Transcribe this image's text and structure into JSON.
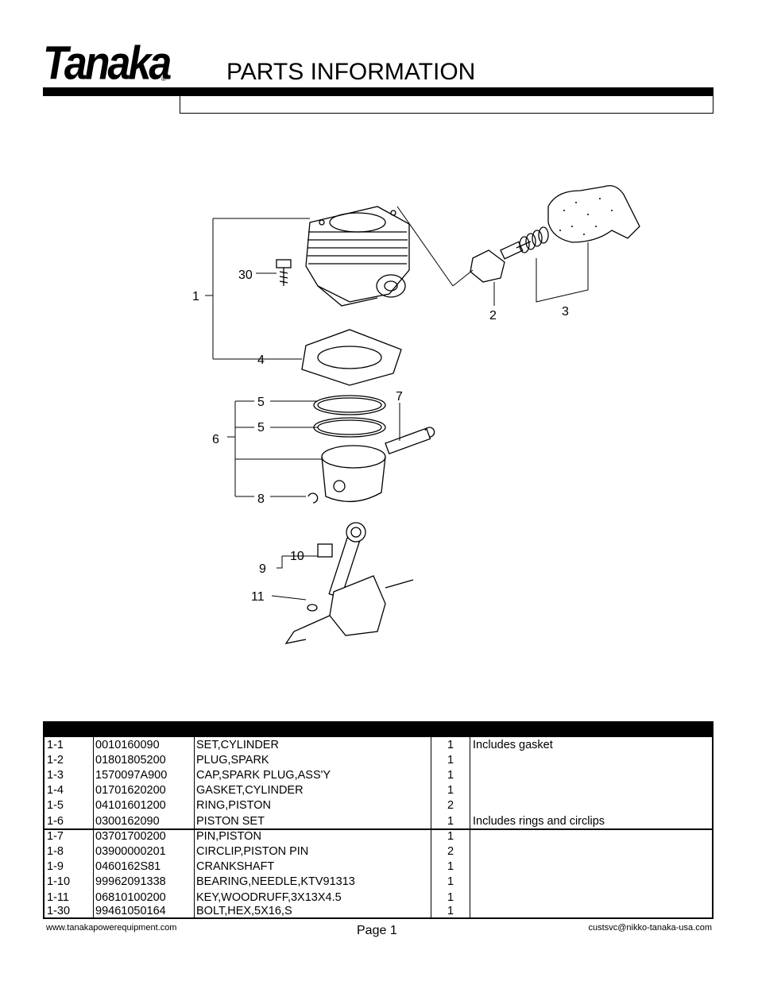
{
  "header": {
    "logo_text": "Tanaka",
    "logo_reg": "®",
    "title": "PARTS INFORMATION"
  },
  "diagram": {
    "callouts": [
      "1",
      "2",
      "3",
      "4",
      "5",
      "5",
      "6",
      "7",
      "8",
      "9",
      "10",
      "11",
      "30"
    ]
  },
  "parts": [
    {
      "ref": "1-1",
      "part": "0010160090",
      "desc": "SET,CYLINDER",
      "qty": "1",
      "note": "Includes gasket"
    },
    {
      "ref": "1-2",
      "part": "01801805200",
      "desc": "PLUG,SPARK",
      "qty": "1",
      "note": ""
    },
    {
      "ref": "1-3",
      "part": "1570097A900",
      "desc": "CAP,SPARK PLUG,ASS'Y",
      "qty": "1",
      "note": ""
    },
    {
      "ref": "1-4",
      "part": "01701620200",
      "desc": "GASKET,CYLINDER",
      "qty": "1",
      "note": ""
    },
    {
      "ref": "1-5",
      "part": "04101601200",
      "desc": "RING,PISTON",
      "qty": "2",
      "note": ""
    },
    {
      "ref": "1-6",
      "part": "0300162090",
      "desc": "PISTON SET",
      "qty": "1",
      "note": "Includes rings and circlips"
    },
    {
      "ref": "1-7",
      "part": "03701700200",
      "desc": "PIN,PISTON",
      "qty": "1",
      "note": ""
    },
    {
      "ref": "1-8",
      "part": "03900000201",
      "desc": "CIRCLIP,PISTON PIN",
      "qty": "2",
      "note": ""
    },
    {
      "ref": "1-9",
      "part": "0460162S81",
      "desc": "CRANKSHAFT",
      "qty": "1",
      "note": ""
    },
    {
      "ref": "1-10",
      "part": "99962091338",
      "desc": "BEARING,NEEDLE,KTV91313",
      "qty": "1",
      "note": ""
    },
    {
      "ref": "1-11",
      "part": "06810100200",
      "desc": "KEY,WOODRUFF,3X13X4.5",
      "qty": "1",
      "note": ""
    },
    {
      "ref": "1-30",
      "part": "99461050164",
      "desc": "BOLT,HEX,5X16,S",
      "qty": "1",
      "note": ""
    }
  ],
  "footer": {
    "url": "www.tanakapowerequipment.com",
    "page": "Page 1",
    "email": "custsvc@nikko-tanaka-usa.com"
  }
}
